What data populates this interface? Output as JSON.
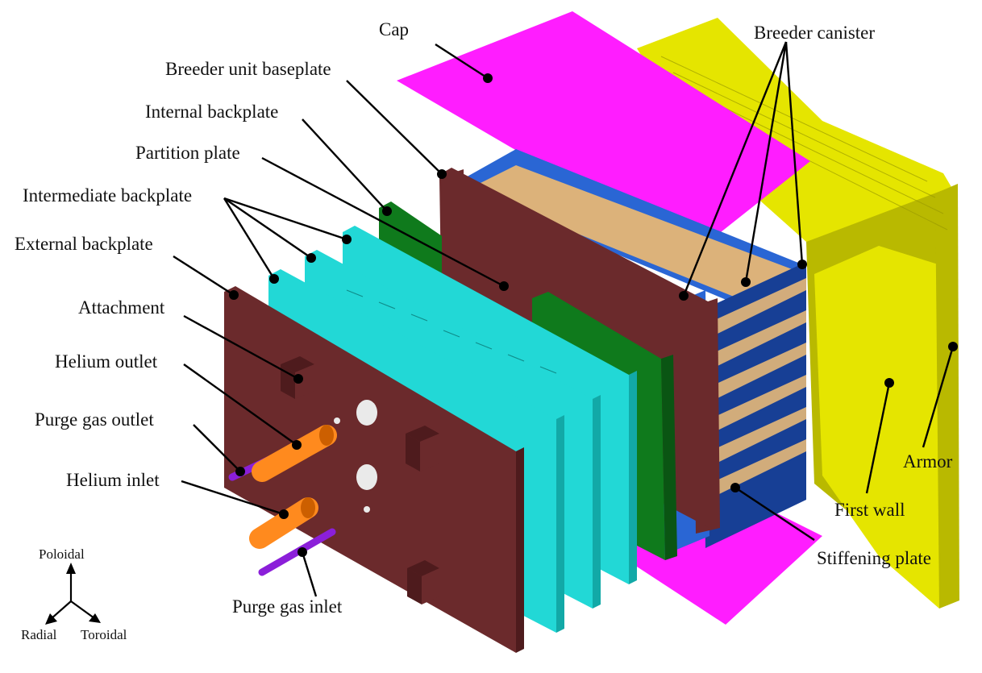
{
  "labels": {
    "cap": "Cap",
    "breeder_canister": "Breeder canister",
    "breeder_unit_baseplate": "Breeder unit baseplate",
    "internal_backplate": "Internal backplate",
    "partition_plate": "Partition plate",
    "intermediate_backplate": "Intermediate backplate",
    "external_backplate": "External backplate",
    "attachment": "Attachment",
    "helium_outlet": "Helium outlet",
    "purge_gas_outlet": "Purge gas outlet",
    "helium_inlet": "Helium inlet",
    "purge_gas_inlet": "Purge gas inlet",
    "armor": "Armor",
    "first_wall": "First wall",
    "stiffening_plate": "Stiffening plate"
  },
  "axes": {
    "poloidal": "Poloidal",
    "radial": "Radial",
    "toroidal": "Toroidal"
  },
  "colors": {
    "cap": "#ff1dff",
    "first_wall": "#e5e500",
    "first_wall_dark": "#b9b900",
    "blue": "#2a66d4",
    "blue_dark": "#173f95",
    "tan": "#dcb27a",
    "brown": "#6b2a2c",
    "brown_dark": "#4e1b1d",
    "green": "#0f7a1c",
    "green_dark": "#0a5513",
    "cyan": "#22d8d6",
    "cyan_dark": "#12a9a7",
    "orange": "#ff8a1e",
    "orange_dark": "#cc5f00",
    "purple": "#8b1fd9",
    "leader": "#000000"
  }
}
